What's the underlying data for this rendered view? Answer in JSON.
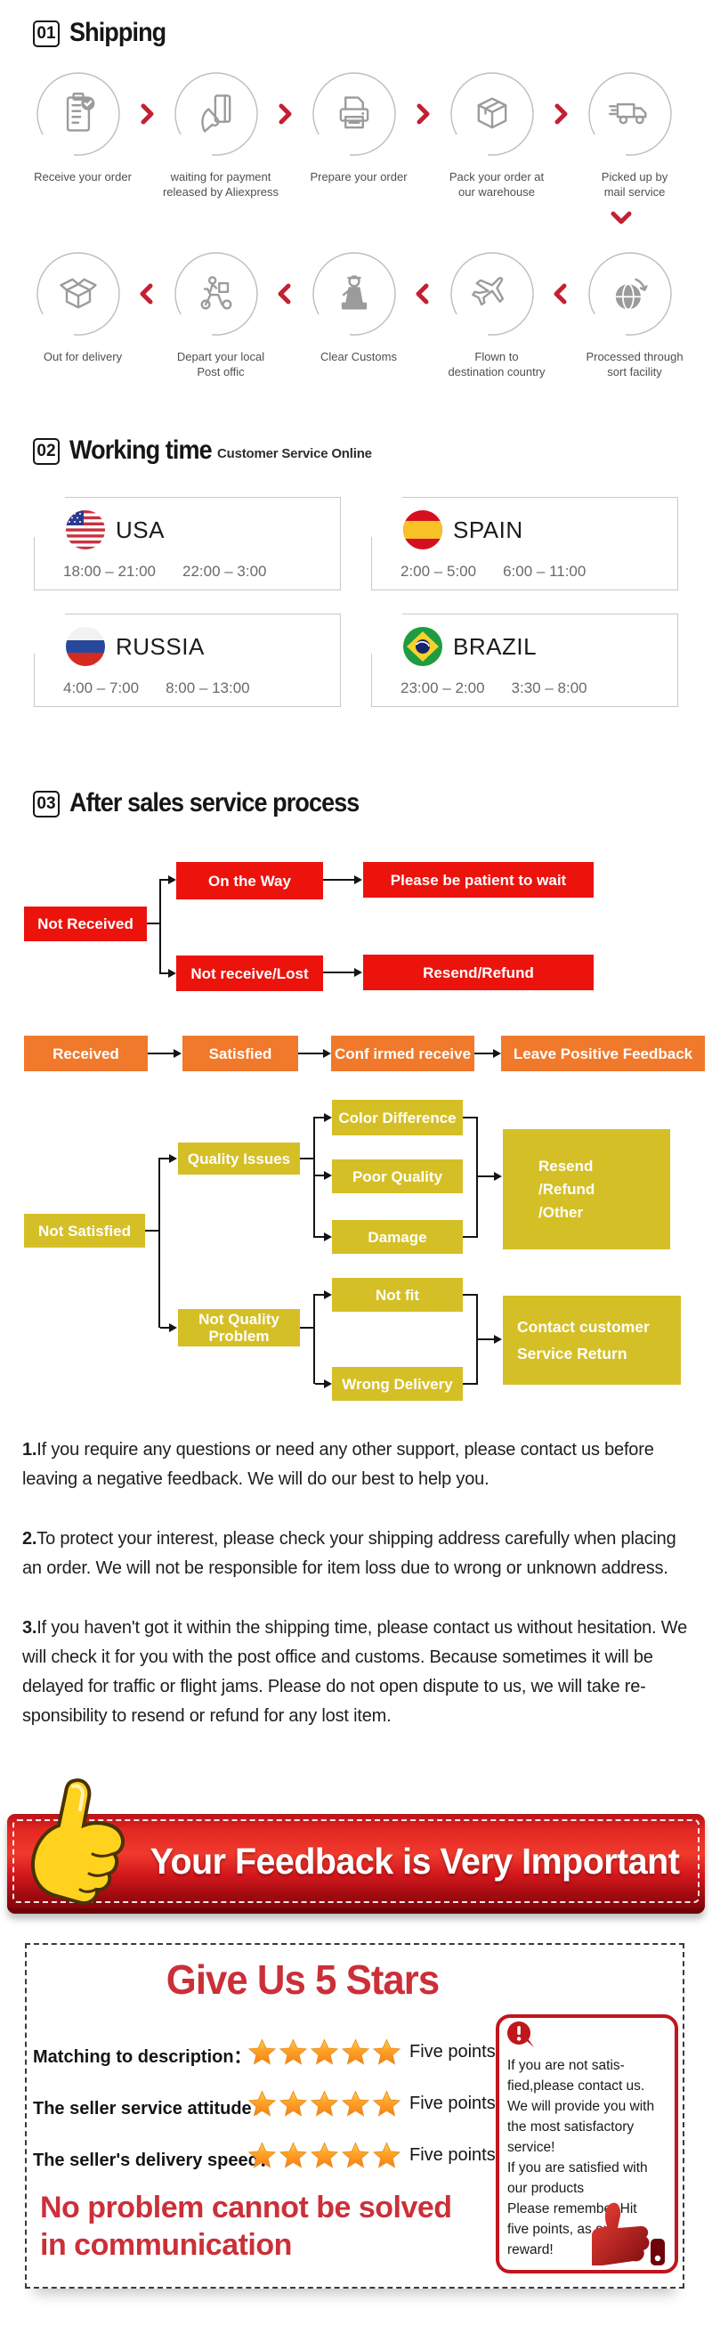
{
  "colors": {
    "red_flow": "#ec130d",
    "orange_flow": "#f0792c",
    "yellow_flow": "#d5bf26",
    "chevron_red": "#c32032",
    "banner_red": "#d5181c",
    "title_red": "#cb2f38",
    "note_border_red": "#c0161c",
    "icon_gray": "#9b9b9b"
  },
  "shipping": {
    "number": "01",
    "title": "Shipping",
    "row1": [
      {
        "icon": "clipboard-check-icon",
        "label": "Receive your order"
      },
      {
        "icon": "payment-hand-icon",
        "label": "waiting for payment\nreleased by Aliexpress"
      },
      {
        "icon": "printer-icon",
        "label": "Prepare your order"
      },
      {
        "icon": "package-box-icon",
        "label": "Pack your order at\nour warehouse"
      },
      {
        "icon": "delivery-truck-icon",
        "label": "Picked up by\nmail service"
      }
    ],
    "row2": [
      {
        "icon": "open-box-icon",
        "label": "Out for delivery"
      },
      {
        "icon": "courier-scooter-icon",
        "label": "Depart your local\nPost offic"
      },
      {
        "icon": "customs-officer-icon",
        "label": "Clear Customs"
      },
      {
        "icon": "airplane-icon",
        "label": "Flown to\ndestination country"
      },
      {
        "icon": "globe-icon",
        "label": "Processed through\nsort facility"
      }
    ]
  },
  "working_time": {
    "number": "02",
    "title": "Working time",
    "subtitle": "Customer Service Online",
    "countries": [
      {
        "name": "USA",
        "flag": "usa-flag-icon",
        "hours1": "18:00 – 21:00",
        "hours2": "22:00 – 3:00"
      },
      {
        "name": "SPAIN",
        "flag": "spain-flag-icon",
        "hours1": "2:00 – 5:00",
        "hours2": "6:00 – 11:00"
      },
      {
        "name": "RUSSIA",
        "flag": "russia-flag-icon",
        "hours1": "4:00 – 7:00",
        "hours2": "8:00 – 13:00"
      },
      {
        "name": "BRAZIL",
        "flag": "brazil-flag-icon",
        "hours1": "23:00 – 2:00",
        "hours2": "3:30 – 8:00"
      }
    ]
  },
  "after_sales": {
    "number": "03",
    "title": "After sales service process",
    "red": {
      "not_received": "Not Received",
      "on_the_way": "On the Way",
      "please_wait": "Please be patient to wait",
      "not_receive_lost": "Not receive/Lost",
      "resend_refund": "Resend/Refund"
    },
    "orange": {
      "received": "Received",
      "satisfied": "Satisfied",
      "confirmed": "Conf irmed receive",
      "leave_feedback": "Leave Positive Feedback"
    },
    "yellow": {
      "not_satisfied": "Not Satisfied",
      "quality_issues": "Quality Issues",
      "not_quality_problem": "Not Quality\nProblem",
      "color_difference": "Color Difference",
      "poor_quality": "Poor Quality",
      "damage": "Damage",
      "not_fit": "Not fit",
      "wrong_delivery": "Wrong Delivery",
      "resend_refund_other": "Resend\n/Refund\n/Other",
      "contact_customer": "Contact customer\nService Return"
    }
  },
  "notes": [
    {
      "num": "1.",
      "text": "If you require any questions or need any other support, please contact us before leaving a negative feedback. We will do our best to help you."
    },
    {
      "num": "2.",
      "text": "To protect your interest, please check your shipping address carefully when placing an order. We will not be responsible for item loss due to wrong or unknown address."
    },
    {
      "num": "3.",
      "text": "If you haven't got it within the shipping time, please contact us without hesitation. We will check it for you with the post office and customs. Because sometimes it will be delayed for traffic or flight jams. Please do not open dispute to us, we will take re-sponsibility to resend or refund for any lost item."
    }
  ],
  "banner": {
    "text": "Your Feedback is Very Important"
  },
  "five_stars": {
    "title": "Give Us 5 Stars",
    "rows": [
      {
        "label": "Matching to description：",
        "points": "Five points"
      },
      {
        "label": "The seller service attitude：",
        "points": "Five points"
      },
      {
        "label": "The seller's delivery speed：",
        "points": "Five points"
      }
    ],
    "note": {
      "lines": [
        "If you are not satis-",
        "fied,please contact us.",
        "We will provide you with",
        "the most satisfactory",
        "service!",
        "If you are satisfied with",
        "our products",
        "Please remember Hit",
        "five points, as our",
        "reward!"
      ]
    },
    "slogan": "No problem cannot be solved\n in communication"
  }
}
